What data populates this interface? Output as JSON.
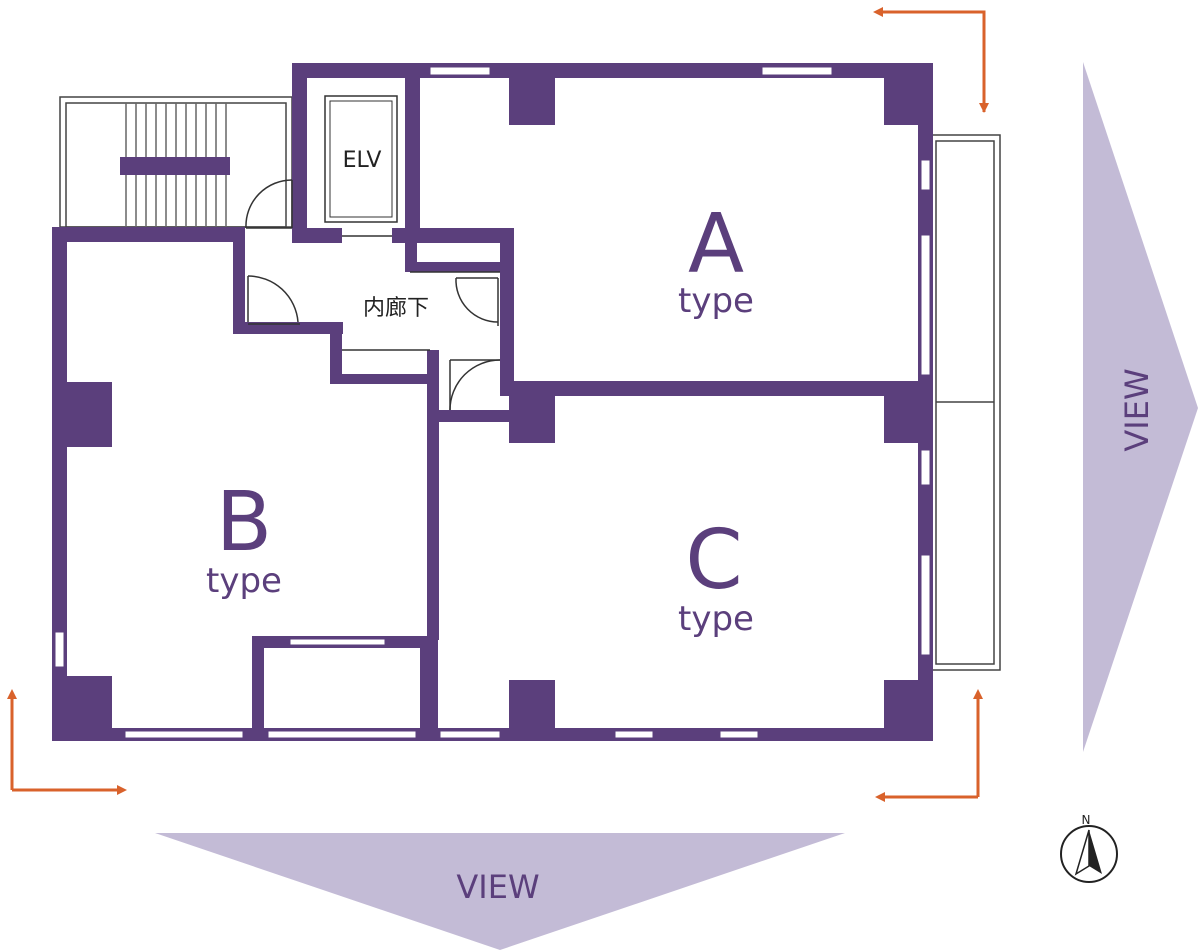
{
  "colors": {
    "wall": "#5b3f7c",
    "view_arrow": "#c3bbd6",
    "view_text": "#5b3f7c",
    "direction_arrow": "#d9622b",
    "label_text": "#222222",
    "compass": "#222222"
  },
  "units": [
    {
      "letter": "A",
      "type": "type"
    },
    {
      "letter": "B",
      "type": "type"
    },
    {
      "letter": "C",
      "type": "type"
    }
  ],
  "labels": {
    "elevator": "ELV",
    "corridor": "内廊下"
  },
  "views": {
    "east": "VIEW",
    "south": "VIEW"
  },
  "compass": {
    "north_label": "N",
    "icon": "north-arrow-icon"
  },
  "direction_arrows": {
    "icon": "corner-arrow-icon"
  }
}
